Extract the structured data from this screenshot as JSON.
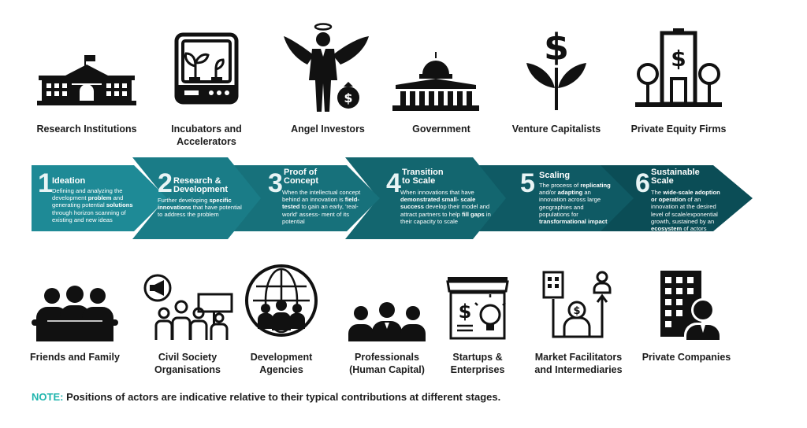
{
  "top_actors": [
    {
      "label": "Research Institutions",
      "icon": "university-building-icon"
    },
    {
      "label": "Incubators and\nAccelerators",
      "icon": "incubator-plants-icon"
    },
    {
      "label": "Angel Investors",
      "icon": "angel-investor-icon"
    },
    {
      "label": "Government",
      "icon": "capitol-building-icon"
    },
    {
      "label": "Venture Capitalists",
      "icon": "dollar-plant-icon"
    },
    {
      "label": "Private Equity Firms",
      "icon": "dollar-building-icon"
    }
  ],
  "stages": [
    {
      "num": "1",
      "title": "Ideation",
      "desc_html": "Defining and analyzing the development <b>problem</b> and generating potential <b>solutions</b> through horizon scanning of existing and new ideas"
    },
    {
      "num": "2",
      "title": "Research &\nDevelopment",
      "desc_html": "Further developing <b>specific innovations</b> that have potential to address the problem"
    },
    {
      "num": "3",
      "title": "Proof of\nConcept",
      "desc_html": "When the intellectual concept behind an innovation is <b>field-tested</b> to gain an early, 'real-world' assess- ment of its potential"
    },
    {
      "num": "4",
      "title": "Transition\nto Scale",
      "desc_html": "When innovations that have <b>demonstrated small- scale success</b> develop their model and attract partners to help <b>fill gaps</b> in their capacity to scale"
    },
    {
      "num": "5",
      "title": "Scaling",
      "desc_html": "The process of <b>replicating</b> and/or <b>adapting</b> an innovation across large geographies and populations for <b>transformational impact</b>"
    },
    {
      "num": "6",
      "title": "Sustainable\nScale",
      "desc_html": "The <b>wide-scale adoption or operation</b> of an innovation at the desired level of scale/exponential growth, sustained by an <b>ecosystem</b> of actors"
    }
  ],
  "bottom_actors": [
    {
      "label": "Friends and Family",
      "icon": "group-hug-icon"
    },
    {
      "label": "Civil Society\nOrganisations",
      "icon": "megaphone-protest-icon"
    },
    {
      "label": "Development\nAgencies",
      "icon": "globe-people-icon"
    },
    {
      "label": "Professionals\n(Human Capital)",
      "icon": "business-people-icon"
    },
    {
      "label": "Startups &\nEnterprises",
      "icon": "storefront-lightbulb-icon"
    },
    {
      "label": "Market Facilitators\nand Intermediaries",
      "icon": "market-network-icon"
    },
    {
      "label": "Private Companies",
      "icon": "building-businessman-icon"
    }
  ],
  "note": {
    "tag": "NOTE:",
    "text": " Positions of actors are indicative relative to their typical contributions at different stages."
  },
  "colors": {
    "arrow_1": "#1e8a96",
    "arrow_6": "#0b4d56",
    "note_tag": "#1fb5ad"
  }
}
